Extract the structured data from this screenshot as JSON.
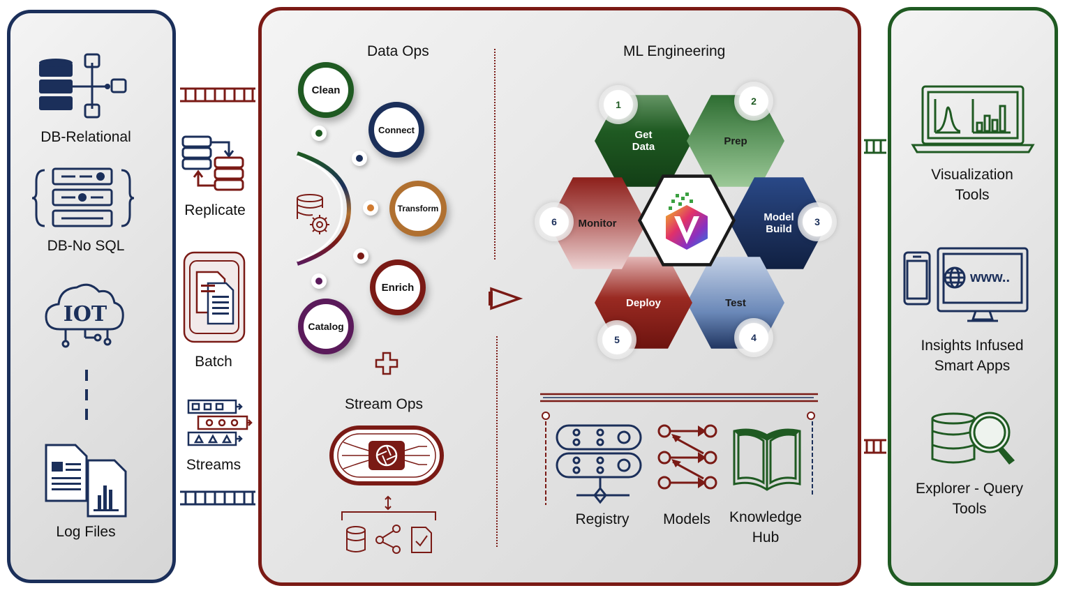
{
  "sources": {
    "db_relational": "DB-Relational",
    "db_nosql": "DB-No SQL",
    "iot": "IOT",
    "log_files": "Log Files"
  },
  "ingestion": {
    "replicate": "Replicate",
    "batch": "Batch",
    "streams": "Streams"
  },
  "data_ops": {
    "title": "Data Ops",
    "steps": [
      {
        "label": "Clean",
        "color": "#1f5a22"
      },
      {
        "label": "Connect",
        "color": "#1b2f5a"
      },
      {
        "label": "Transform",
        "color": "#b07030"
      },
      {
        "label": "Enrich",
        "color": "#7a1a15"
      },
      {
        "label": "Catalog",
        "color": "#5a1a5a"
      }
    ]
  },
  "stream_ops": {
    "title": "Stream Ops"
  },
  "ml_engineering": {
    "title": "ML Engineering",
    "steps": [
      {
        "num": "1",
        "label": "Get Data"
      },
      {
        "num": "2",
        "label": "Prep"
      },
      {
        "num": "3",
        "label": "Model Build"
      },
      {
        "num": "4",
        "label": "Test"
      },
      {
        "num": "5",
        "label": "Deploy"
      },
      {
        "num": "6",
        "label": "Monitor"
      }
    ],
    "components": {
      "registry": "Registry",
      "models": "Models",
      "knowledge_hub": "Knowledge Hub"
    }
  },
  "consumers": {
    "visualization": "Visualization Tools",
    "insights": "Insights Infused Smart Apps",
    "explorer": "Explorer - Query Tools",
    "www": "www.."
  },
  "colors": {
    "navy": "#1b2f5a",
    "maroon": "#7a1a15",
    "green": "#1f5a22"
  }
}
